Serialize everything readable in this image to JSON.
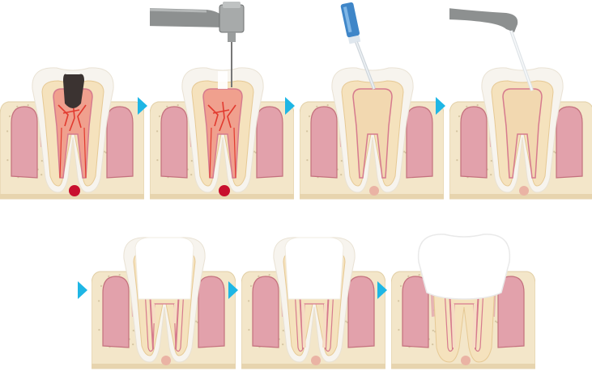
{
  "diagram": {
    "steps": [
      {
        "step": 1,
        "tooth": "decayed",
        "tool": "none",
        "lesion": true,
        "root_fill": "none",
        "core": "none",
        "crown": "natural"
      },
      {
        "step": 2,
        "tooth": "opened",
        "tool": "dental-drill",
        "lesion": true,
        "root_fill": "none",
        "core": "none",
        "crown": "natural"
      },
      {
        "step": 3,
        "tooth": "cleaned",
        "tool": "irrigation-syringe",
        "lesion": false,
        "root_fill": "none",
        "core": "none",
        "crown": "natural"
      },
      {
        "step": 4,
        "tooth": "cleaned",
        "tool": "irrigation-nozzle",
        "lesion": false,
        "root_fill": "none",
        "core": "none",
        "crown": "natural"
      },
      {
        "step": 5,
        "tooth": "filled",
        "tool": "none",
        "lesion": false,
        "root_fill": "partial",
        "core": "white",
        "crown": "natural"
      },
      {
        "step": 6,
        "tooth": "filled",
        "tool": "none",
        "lesion": false,
        "root_fill": "full",
        "core": "white",
        "crown": "natural"
      },
      {
        "step": 7,
        "tooth": "crowned",
        "tool": "none",
        "lesion": false,
        "root_fill": "full",
        "core": "none",
        "crown": "artificial"
      }
    ],
    "arrow_count": 6
  },
  "colors": {
    "gum": "#e2a1ab",
    "gum_dark": "#c4707d",
    "bone": "#f3e6c9",
    "bone_dot": "#d4c4a1",
    "dentin": "#f5e2bd",
    "enamel": "#f7f4ee",
    "pulp": "#f2d8b0",
    "canal": "#d67a8e",
    "inflamed": "#e23a2f",
    "decay": "#3b3331",
    "lesion": "#c8102e",
    "apex": "#eab3a4",
    "tool_gray": "#8d9090",
    "syringe_blue": "#3f86c8",
    "arrow": "#1eb6e5",
    "white": "#ffffff"
  },
  "icons": {
    "arrow": "triangle-right-icon",
    "drill": "dental-drill-icon",
    "syringe": "irrigation-syringe-icon",
    "nozzle": "irrigation-nozzle-icon"
  }
}
